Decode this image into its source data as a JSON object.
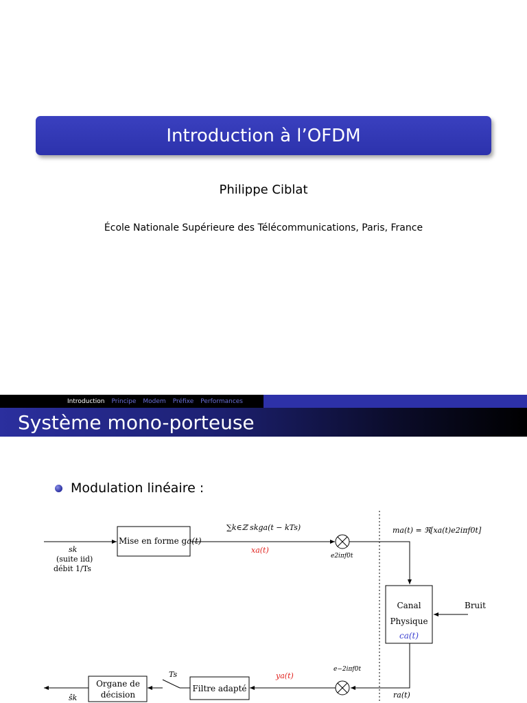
{
  "slide1": {
    "title": "Introduction à l’OFDM",
    "author": "Philippe Ciblat",
    "institution": "École Nationale Supérieure des Télécommunications, Paris, France"
  },
  "slide2": {
    "nav": [
      {
        "label": "Introduction",
        "active": true
      },
      {
        "label": "Principe",
        "active": false
      },
      {
        "label": "Modem",
        "active": false
      },
      {
        "label": "Préfixe",
        "active": false
      },
      {
        "label": "Performances",
        "active": false
      }
    ],
    "frame_title": "Système mono-porteuse",
    "bullet": "Modulation linéaire :",
    "diagram": {
      "block_shaping": "Mise en forme g",
      "block_shaping_arg": "a(t)",
      "sum_label": "∑k∈ℤ skga(t − kTs)",
      "xa_label": "xa(t)",
      "sk_label": "sk",
      "suite_label": "(suite iid)",
      "debit_label": "débit 1/Ts",
      "exp_up": "e2iπf0t",
      "ma_label": "ma(t) = ℜ[xa(t)e2iπf0t]",
      "canal_line1": "Canal",
      "canal_line2": "Physique",
      "canal_line3": "ca(t)",
      "bruit": "Bruit",
      "exp_down": "e−2iπf0t",
      "ra_label": "ra(t)",
      "ya_label": "ya(t)",
      "filtre": "Filtre adapté",
      "ts_label": "Ts",
      "organe1": "Organe de",
      "organe2": "décision",
      "shat_label": "ŝk"
    },
    "colors": {
      "accent_red": "#e0201c",
      "accent_blue": "#3a3fd0"
    }
  }
}
